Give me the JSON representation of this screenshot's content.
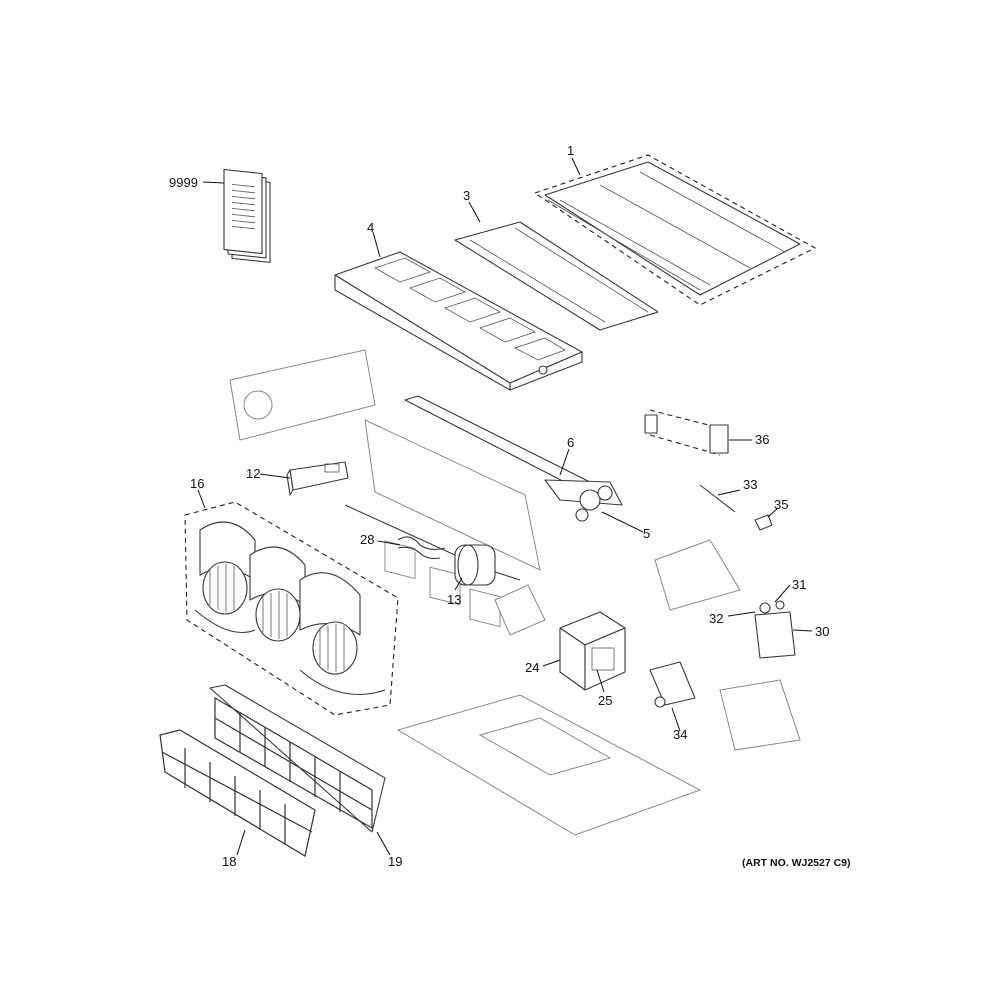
{
  "callouts": {
    "c1": "1",
    "c3": "3",
    "c4": "4",
    "c5": "5",
    "c6": "6",
    "c9999": "9999",
    "c12": "12",
    "c13": "13",
    "c16": "16",
    "c18": "18",
    "c19": "19",
    "c24": "24",
    "c25": "25",
    "c28": "28",
    "c30": "30",
    "c31": "31",
    "c32": "32",
    "c33": "33",
    "c34": "34",
    "c35": "35",
    "c36": "36"
  },
  "art_number": "(ART NO. WJ2527 C9)"
}
